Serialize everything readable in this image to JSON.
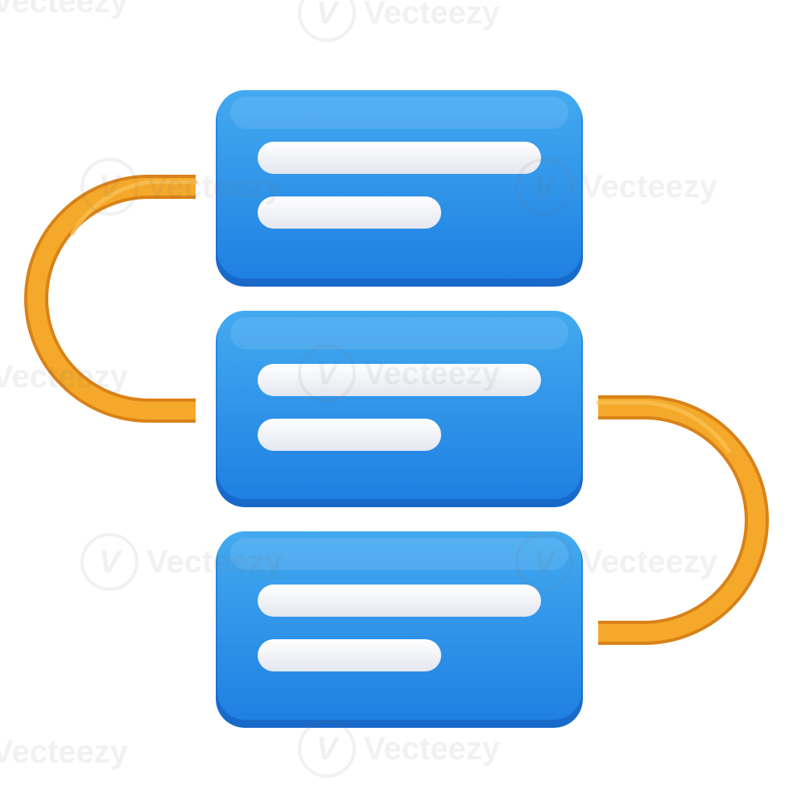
{
  "illustration": {
    "subject": "3d-flowchart-icon",
    "cards": [
      {
        "id": "card-1"
      },
      {
        "id": "card-2"
      },
      {
        "id": "card-3"
      }
    ],
    "connectors": [
      {
        "id": "connector-left",
        "side": "left"
      },
      {
        "id": "connector-right",
        "side": "right"
      }
    ]
  },
  "colors": {
    "card_top": "#3fa6ef",
    "card_bottom": "#1f7fe0",
    "card_edge": "#1a6fd0",
    "text_line": "#eef1f7",
    "connector": "#f4a623",
    "connector_shade": "#e0891a"
  },
  "watermark": {
    "brand": "Vecteezy",
    "logo_glyph": "V"
  }
}
